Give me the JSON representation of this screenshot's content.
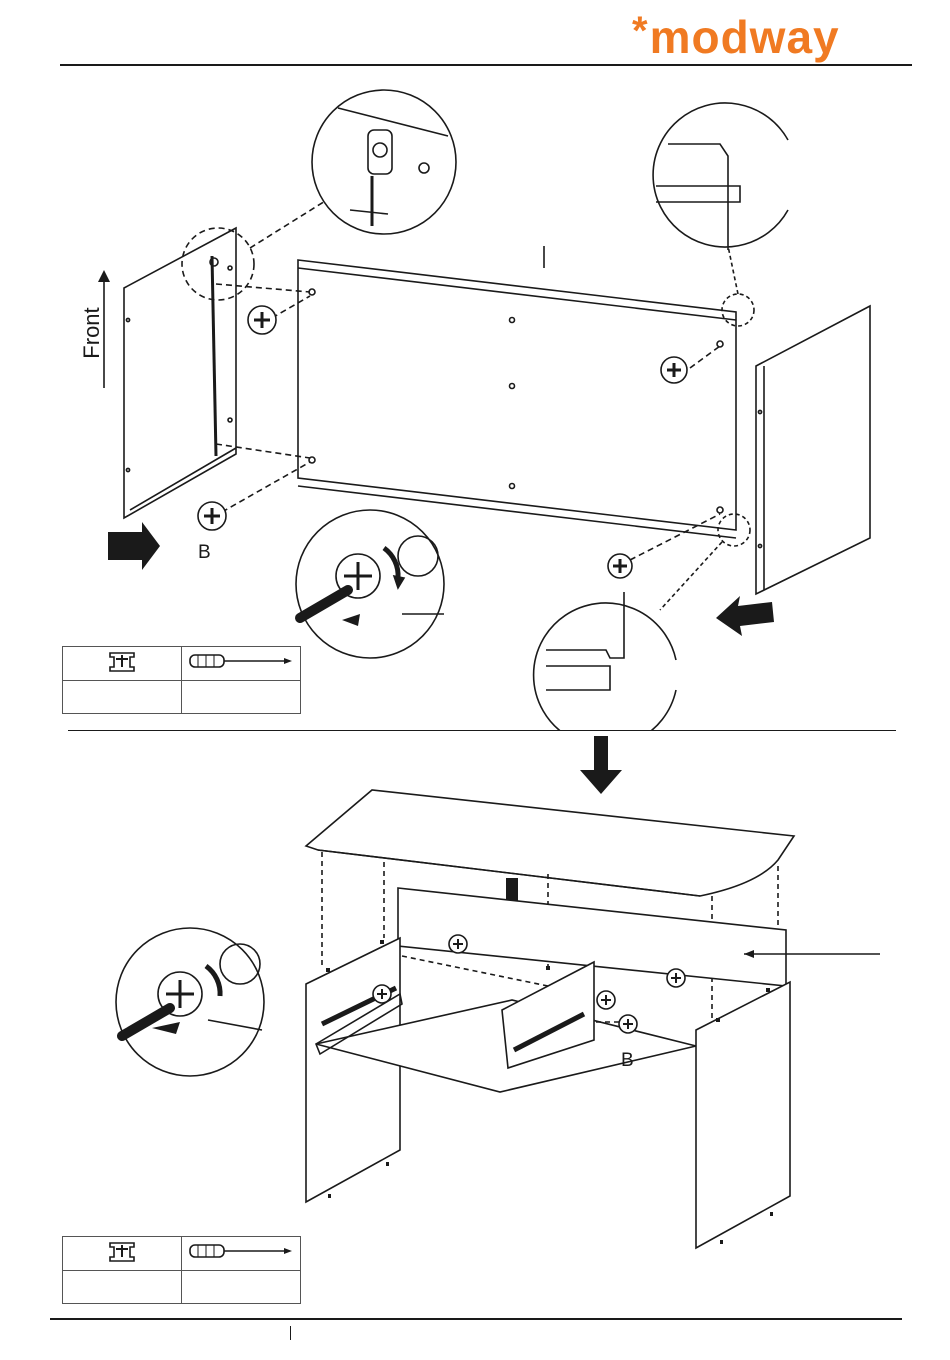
{
  "brand": {
    "mark": "*",
    "name": "modway",
    "color": "#f07a22"
  },
  "step1": {
    "front_label": "Front",
    "part_label": "B",
    "parts_table": {
      "part_icon": "cam-lock-icon",
      "tool_icon": "phillips-screwdriver-icon",
      "part_count": "",
      "tool_count": ""
    }
  },
  "step2": {
    "part_label": "B",
    "parts_table": {
      "part_icon": "cam-lock-icon",
      "tool_icon": "phillips-screwdriver-icon",
      "part_count": "",
      "tool_count": ""
    }
  },
  "footer": {
    "page_number": ""
  }
}
